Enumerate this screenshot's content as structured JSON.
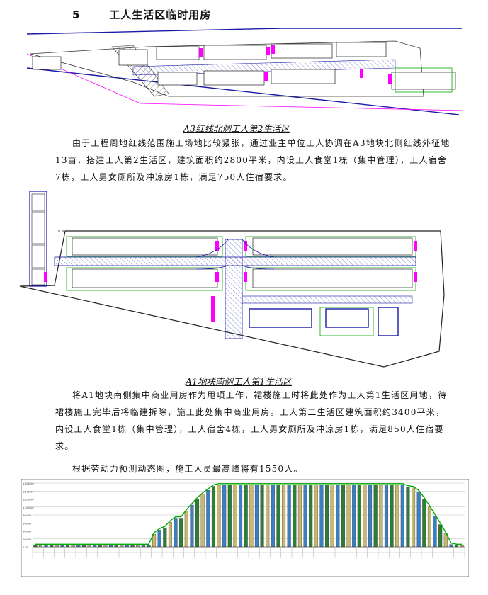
{
  "section": {
    "number": "5",
    "title": "工人生活区临时用房"
  },
  "figure1": {
    "caption": "A3红线北侧工人第2生活区"
  },
  "paragraph1": "由于工程周地红线范围施工场地比较紧张，通过业主单位工人协调在A3地块北侧红线外征地13亩，搭建工人第2生活区，建筑面积约2800平米，内设工人食堂1栋（集中管理），工人宿舍7栋，工人男女厕所及冲凉房1栋，满足750人住宿要求。",
  "figure2": {
    "caption": "A1地块南侧工人第1生活区"
  },
  "paragraph2": "将A1地块南侧集中商业用房作为甩项工作，裙楼施工时将此处作为工人第1生活区用地，待裙楼施工完毕后将临建拆除，施工此处集中商业用房。工人第二生活区建筑面积约3400平米，内设工人食堂1栋（集中管理），工人宿舍4栋，工人男女厕所及冲凉房1栋，满足850人住宿要求。",
  "paragraph3": "根据劳动力预测动态图，施工人员最高峰将有1550人。",
  "colors": {
    "site_line": "#1a1aa8",
    "magenta": "#ff00ff",
    "road_fill": "#bfe6ee",
    "green": "#00aa00",
    "bar_green": "#2e7d32",
    "bar_olive": "#c8b870",
    "bar_blue": "#3c7fc0"
  },
  "chart_data": {
    "type": "bar",
    "ylim": [
      0,
      1600
    ],
    "yticks": [
      "0.00",
      "200.00",
      "400.00",
      "600.00",
      "800.00",
      "1,000.00",
      "1,200.00",
      "1,400.00",
      "1,600.00"
    ],
    "values": [
      30,
      30,
      30,
      30,
      30,
      30,
      30,
      30,
      30,
      30,
      30,
      30,
      30,
      30,
      30,
      30,
      30,
      30,
      30,
      30,
      30,
      30,
      320,
      420,
      480,
      620,
      720,
      720,
      900,
      1050,
      1200,
      1320,
      1420,
      1520,
      1550,
      1550,
      1550,
      1550,
      1550,
      1550,
      1550,
      1550,
      1550,
      1550,
      1550,
      1550,
      1550,
      1550,
      1550,
      1550,
      1550,
      1550,
      1550,
      1550,
      1550,
      1550,
      1550,
      1550,
      1550,
      1550,
      1550,
      1550,
      1550,
      1550,
      1550,
      1550,
      1550,
      1550,
      1550,
      1500,
      1480,
      1380,
      1200,
      1000,
      780,
      560,
      330,
      60,
      30,
      30
    ],
    "pattern_cycle": [
      "green",
      "olive",
      "blue"
    ]
  }
}
